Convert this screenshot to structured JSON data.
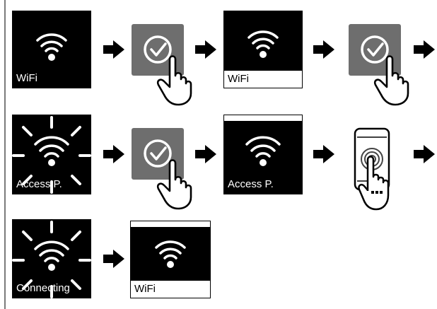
{
  "labels": {
    "wifi": "WiFi",
    "access_point": "Access P.",
    "connecting": "Connecting"
  },
  "icons": [
    "wifi-icon",
    "checkmark-button-icon",
    "finger-press-icon",
    "smartphone-icon",
    "arrow-right-icon",
    "blinking-rays-icon"
  ],
  "colors": {
    "tile_bg": "#000000",
    "button_bg": "#6e6e6e",
    "text_on_dark": "#ffffff",
    "text_on_light": "#000000"
  }
}
